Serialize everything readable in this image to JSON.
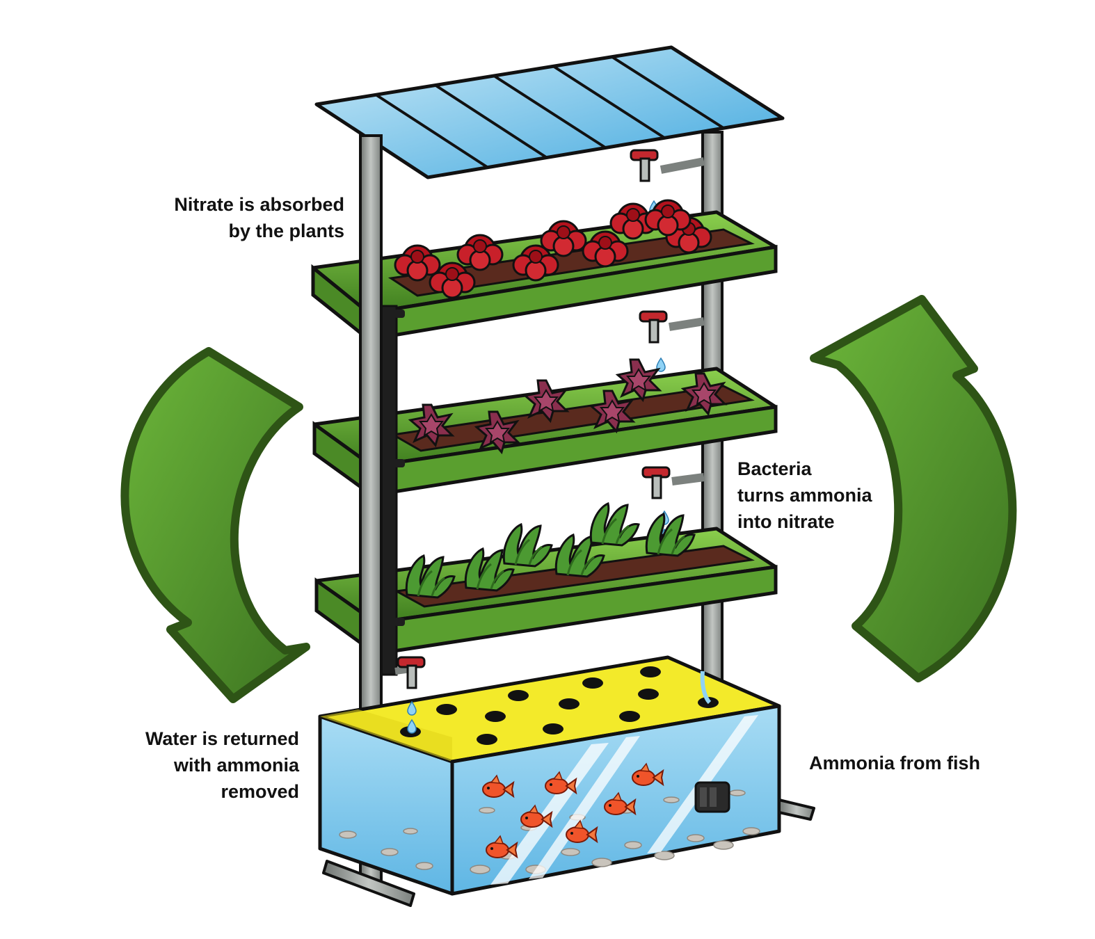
{
  "labels": {
    "nitrate": [
      "Nitrate is absorbed",
      "by the plants"
    ],
    "bacteria": [
      "Bacteria",
      "turns ammonia",
      "into nitrate"
    ],
    "water": [
      "Water is returned",
      "with ammonia",
      "removed"
    ],
    "ammonia": [
      "Ammonia from fish"
    ]
  },
  "colors": {
    "cycle_arrow": "#5e9e2e",
    "cycle_arrow_outline": "#345b1d",
    "tray": "#6aac3a",
    "soil": "#5a2a1e",
    "frame": "#8a8f8c",
    "solar_panel": "#6fc0e8",
    "tank_water": "#9fd4f0",
    "tank_lid": "#f3ea2a",
    "fish": "#f0542a",
    "valve": "#c4282e"
  },
  "icons": [
    "solar-panel-icon",
    "red-lettuce-icon",
    "purple-lettuce-icon",
    "green-lettuce-icon",
    "goldfish-icon",
    "water-pump-icon",
    "faucet-icon",
    "cycle-arrow-icon"
  ]
}
